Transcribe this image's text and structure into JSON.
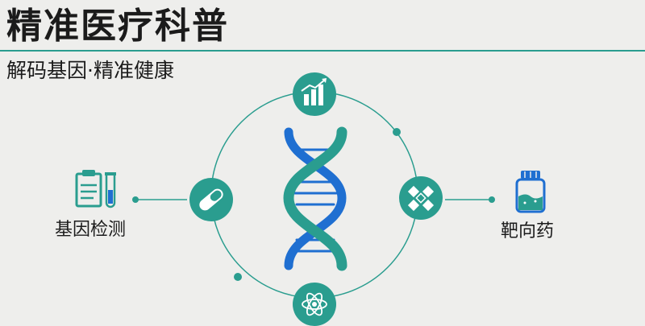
{
  "header": {
    "title": "精准医疗科普",
    "subtitle": "解码基因·精准健康"
  },
  "left_item": {
    "label": "基因检测",
    "icon": "clipboard-testtube-icon"
  },
  "right_item": {
    "label": "靶向药",
    "icon": "medicine-bottle-icon"
  },
  "center_icon": "dna-helix-icon",
  "ring_nodes": [
    {
      "position": "top",
      "icon": "bar-chart-growth-icon"
    },
    {
      "position": "left",
      "icon": "pill-capsule-icon"
    },
    {
      "position": "right",
      "icon": "molecule-cubes-icon"
    },
    {
      "position": "bottom",
      "icon": "atom-icon"
    }
  ],
  "colors": {
    "teal": "#2a9d8f",
    "blue": "#1f6fd1",
    "dark_text": "#1b1b1b",
    "background": "#eeeeec"
  }
}
